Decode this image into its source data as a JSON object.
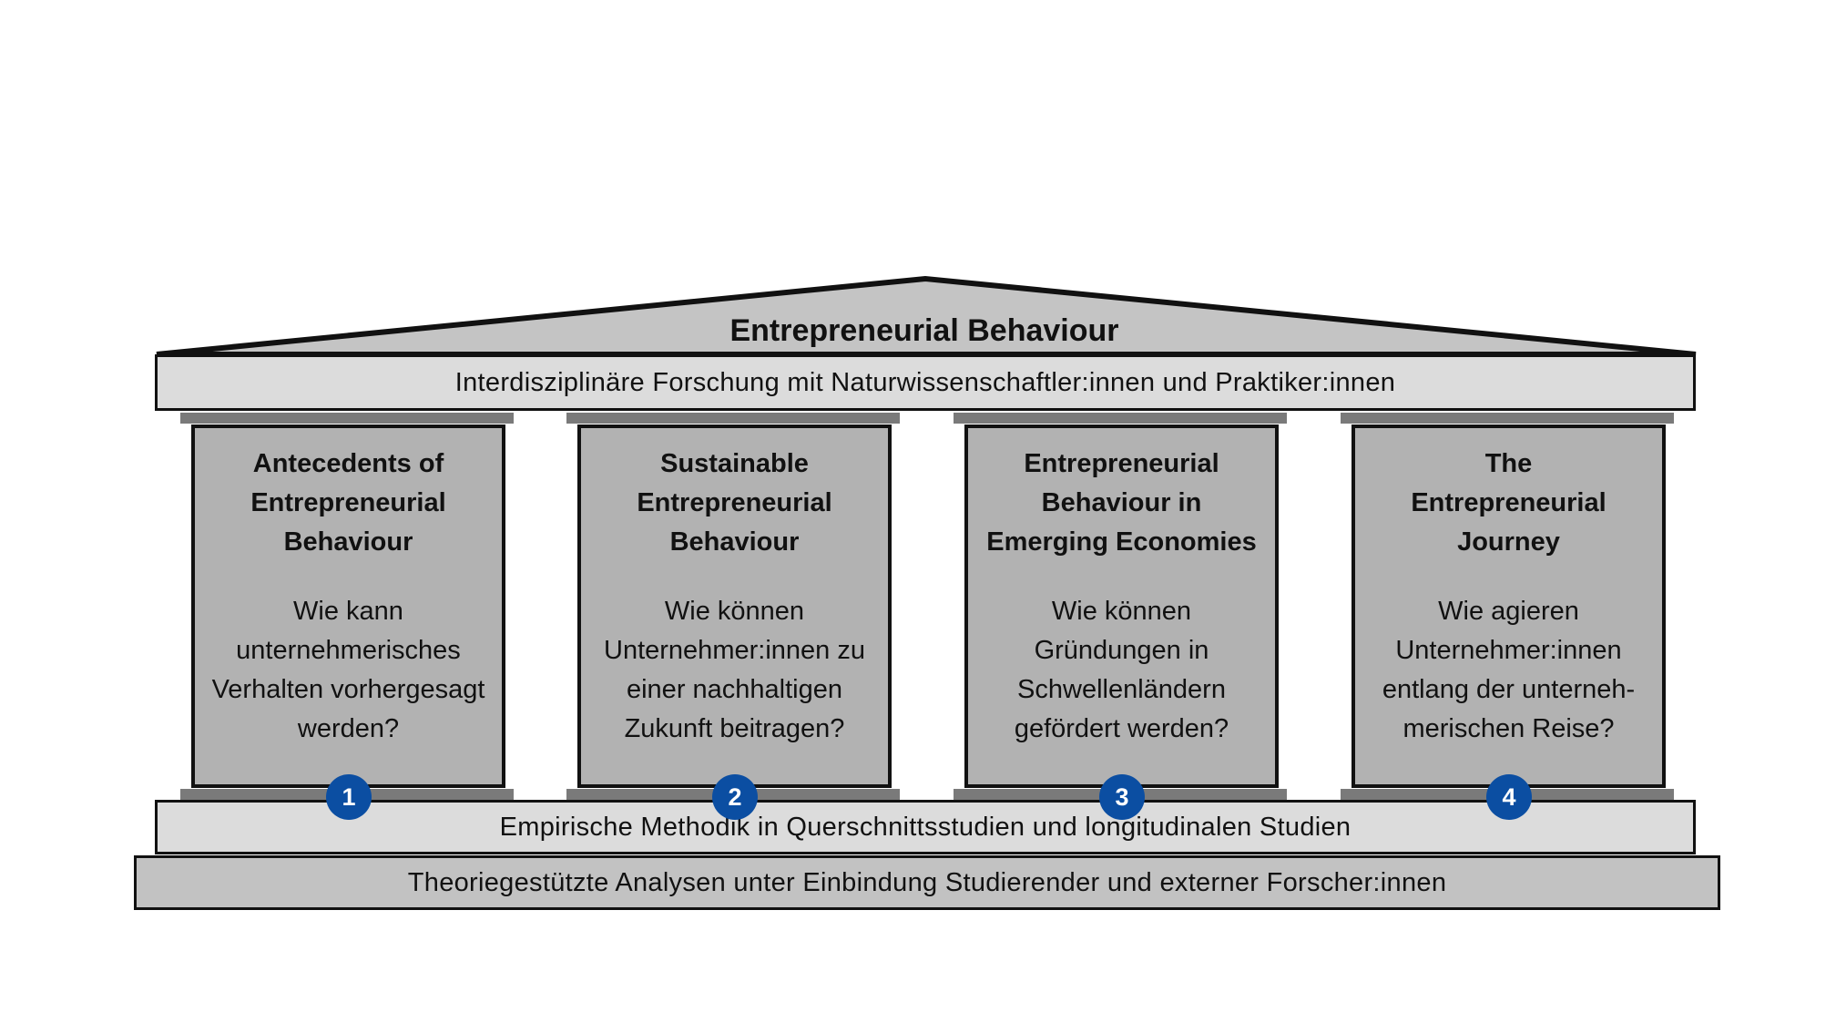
{
  "roof": {
    "title": "Entrepreneurial Behaviour"
  },
  "bands": {
    "top": "Interdisziplinäre Forschung mit Naturwissenschaftler:innen und Praktiker:innen",
    "middle": "Empirische Methodik in Querschnittsstudien und longitudinalen Studien",
    "base": "Theoriegestützte Analysen unter Einbindung Studierender und externer Forscher:innen"
  },
  "pillars": [
    {
      "number": "1",
      "title": "Antecedents of\nEntrepreneurial\nBehaviour",
      "question": "Wie kann\nunternehmerisches\nVerhalten vorhergesagt\nwerden?"
    },
    {
      "number": "2",
      "title": "Sustainable\nEntrepreneurial\nBehaviour",
      "question": "Wie können\nUnternehmer:innen zu\neiner nachhaltigen\nZukunft beitragen?"
    },
    {
      "number": "3",
      "title": "Entrepreneurial\nBehaviour in\nEmerging Economies",
      "question": "Wie können\nGründungen in\nSchwellenländern\ngefördert werden?"
    },
    {
      "number": "4",
      "title": "The\nEntrepreneurial\nJourney",
      "question": "Wie agieren\nUnternehmer:innen\nentlang der unterneh-\nmerischen Reise?"
    }
  ],
  "colors": {
    "roof_fill": "#c4c4c4",
    "band_light": "#dcdcdc",
    "band_base": "#c2c2c2",
    "pillar_fill": "#b2b2b2",
    "cap_fill": "#7a7a7a",
    "badge_fill": "#0b4ea2",
    "outline": "#111111"
  }
}
